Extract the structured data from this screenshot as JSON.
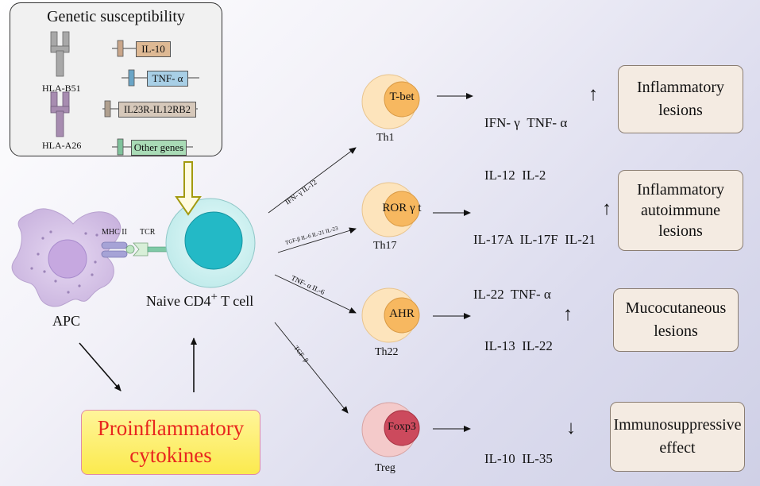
{
  "genetic": {
    "title": "Genetic susceptibility",
    "hla": [
      "HLA-B51",
      "HLA-A26"
    ],
    "genes": [
      "IL-10",
      "TNF- α",
      "IL23R-IL12RB2",
      "Other genes"
    ]
  },
  "left": {
    "apc": "APC",
    "mhc": "MHC II",
    "tcr": "TCR",
    "naive_main": "Naive CD4",
    "naive_sup": "+",
    "naive_tail": " T cell",
    "proinflammatory": "Proinflammatory\ncytokines"
  },
  "arrow_labels": [
    "IFN- γ  IL-12",
    "TGF-β IL-6 IL-21 IL-23",
    "TNF- α  IL-6",
    "TGF- β"
  ],
  "cells": [
    {
      "marker": "T-bet",
      "name": "Th1",
      "cytokines": [
        "IFN- γ  TNF- α",
        "IL-12  IL-2"
      ],
      "trend": "↑",
      "outcome": "Inflammatory\nlesions"
    },
    {
      "marker": "ROR γ t",
      "name": "Th17",
      "cytokines": [
        "IL-17A  IL-17F  IL-21",
        "IL-22  TNF- α"
      ],
      "trend": "↑",
      "outcome": "Inflammatory\nautoimmune\nlesions"
    },
    {
      "marker": "AHR",
      "name": "Th22",
      "cytokines": [
        "IL-13  IL-22"
      ],
      "trend": "↑",
      "outcome": "Mucocutaneous\nlesions"
    },
    {
      "marker": "Foxp3",
      "name": "Treg",
      "cytokines": [
        "IL-10  IL-35"
      ],
      "trend": "↓",
      "outcome": "Immunosuppressive\neffect"
    }
  ],
  "colors": {
    "cell_outer": "#fbe0b6",
    "cell_inner": "#f7be6a",
    "treg_outer": "#f2c7c7",
    "treg_inner": "#c8475a",
    "naive": "#c8eeee",
    "apc": "#d9c8ea",
    "outcome_bg": "#f4ebe2"
  }
}
